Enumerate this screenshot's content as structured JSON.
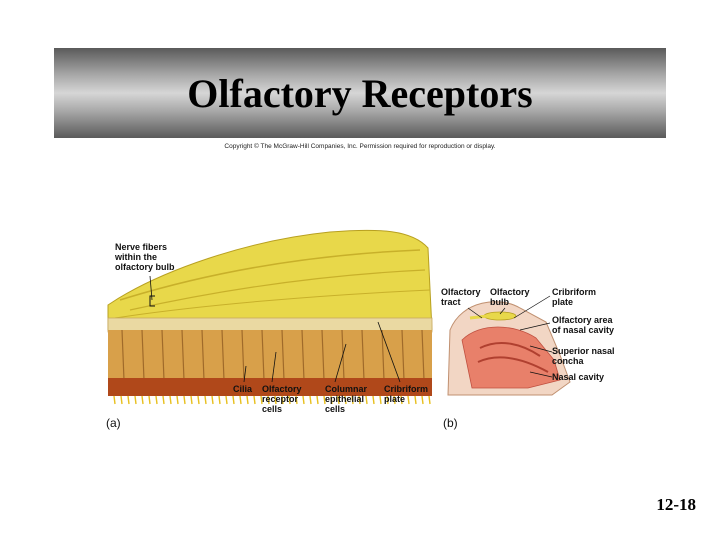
{
  "slide": {
    "title": "Olfactory Receptors",
    "copyright": "Copyright © The McGraw-Hill Companies, Inc. Permission required for reproduction or display.",
    "slide_number": "12-18"
  },
  "figure_a": {
    "panel_label": "(a)",
    "labels": {
      "nerve_fibers": "Nerve fibers\nwithin the\nolfactory bulb",
      "cilia": "Cilia",
      "receptor_cells": "Olfactory\nreceptor\ncells",
      "epithelial_cells": "Columnar\nepithelial\ncells",
      "cribriform_plate": "Cribriform\nplate"
    }
  },
  "figure_b": {
    "panel_label": "(b)",
    "labels": {
      "olfactory_tract": "Olfactory\ntract",
      "olfactory_bulb": "Olfactory\nbulb",
      "cribriform_plate": "Cribriform\nplate",
      "olfactory_area": "Olfactory area\nof nasal cavity",
      "superior_concha": "Superior nasal\nconcha",
      "nasal_cavity": "Nasal cavity"
    }
  },
  "colors": {
    "bulb": "#e8d84a",
    "cells": "#d8a04a",
    "cell_border": "#a06a2a",
    "basal": "#b0481a",
    "nasal": "#e8806a"
  }
}
